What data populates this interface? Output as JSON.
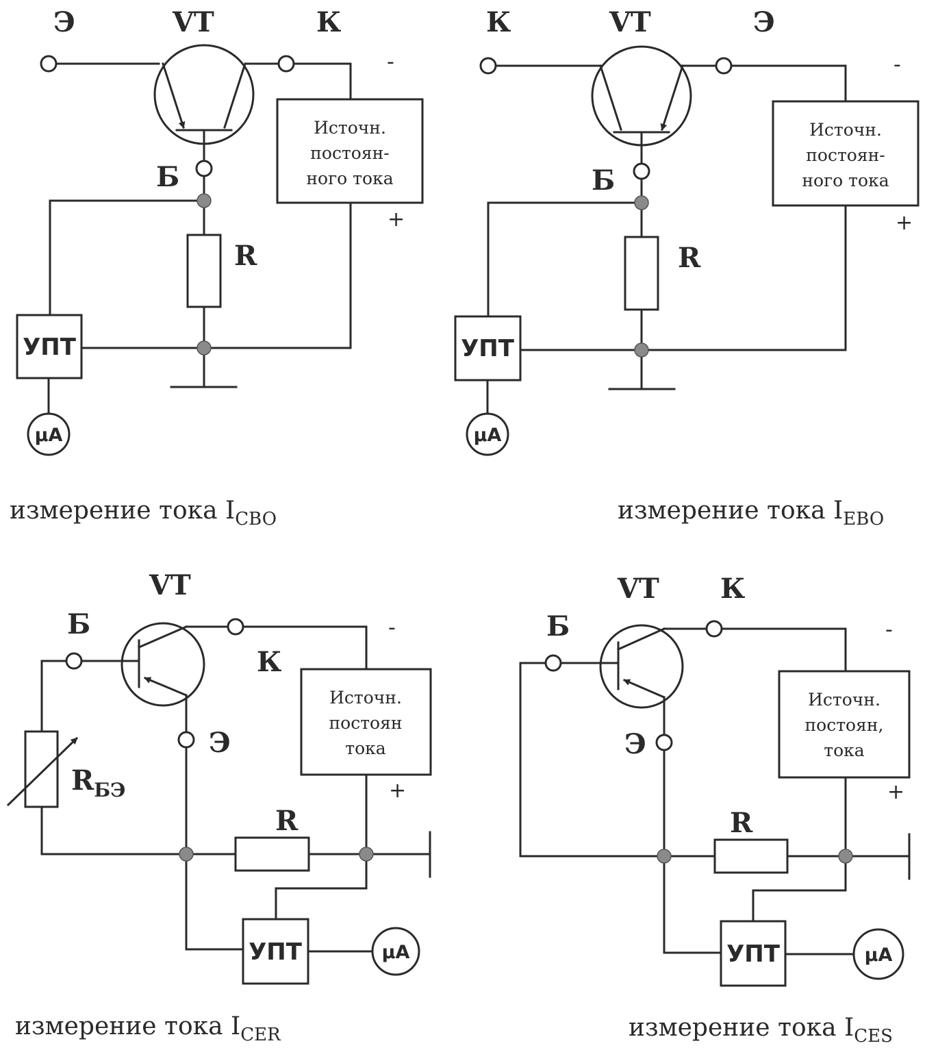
{
  "diagrams": [
    {
      "label_vt": "VT",
      "label_e": "Э",
      "label_k": "К",
      "label_b": "Б",
      "label_r": "R",
      "minus": "-",
      "plus": "+",
      "source": [
        "Источн.",
        "постоян-",
        "ного тока"
      ],
      "amplifier": "УПТ",
      "meter": "μA",
      "caption": "измерение тока I",
      "caption_sub": "CBO"
    },
    {
      "label_vt": "VT",
      "label_e": "Э",
      "label_k": "К",
      "label_b": "Б",
      "label_r": "R",
      "minus": "-",
      "plus": "+",
      "source": [
        "Источн.",
        "постоян-",
        "ного тока"
      ],
      "amplifier": "УПТ",
      "meter": "μA",
      "caption": "измерение тока I",
      "caption_sub": "EBO"
    },
    {
      "label_vt": "VT",
      "label_e": "Э",
      "label_k": "К",
      "label_b": "Б",
      "label_r": "R",
      "label_rbe": "R",
      "label_rbe_sub": "БЭ",
      "minus": "-",
      "plus": "+",
      "source": [
        "Источн.",
        "постоян",
        "тока"
      ],
      "amplifier": "УПТ",
      "meter": "μA",
      "caption": "измерение тока I",
      "caption_sub": "CER"
    },
    {
      "label_vt": "VT",
      "label_e": "Э",
      "label_k": "К",
      "label_b": "Б",
      "label_r": "R",
      "minus": "-",
      "plus": "+",
      "source": [
        "Источн.",
        "постоян,",
        "тока"
      ],
      "amplifier": "УПТ",
      "meter": "μA",
      "caption": "измерение тока I",
      "caption_sub": "CES"
    }
  ]
}
